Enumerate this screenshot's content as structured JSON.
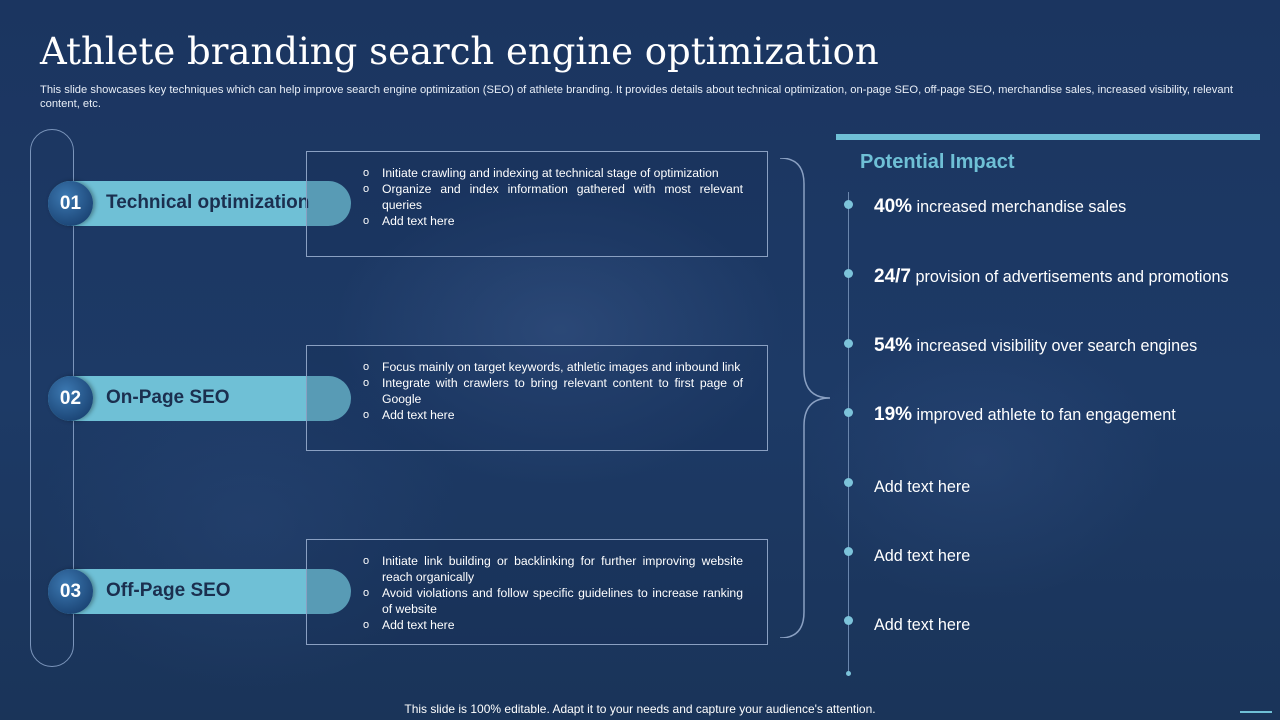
{
  "title": "Athlete branding search engine optimization",
  "subtitle": "This slide showcases key techniques which can help improve search engine optimization (SEO) of athlete branding. It provides details about technical optimization, on-page SEO, off-page SEO,  merchandise sales, increased visibility, relevant content, etc.",
  "steps": [
    {
      "number": "01",
      "label": "Technical optimization",
      "bullets": [
        "Initiate crawling and indexing at technical stage of optimization",
        "Organize and index information gathered with most relevant queries",
        "Add text here"
      ]
    },
    {
      "number": "02",
      "label": "On-Page SEO",
      "bullets": [
        "Focus mainly on target keywords, athletic images and inbound link",
        "Integrate with crawlers to bring relevant  content to first page of Google",
        "Add text here"
      ]
    },
    {
      "number": "03",
      "label": "Off-Page SEO",
      "bullets": [
        "Initiate link building or backlinking for further improving website reach organically",
        "Avoid violations and follow specific guidelines to increase ranking of website",
        "Add text here"
      ]
    }
  ],
  "impact": {
    "title": "Potential Impact",
    "items": [
      {
        "value": "40%",
        "text": " increased merchandise sales"
      },
      {
        "value": "24/7",
        "text": " provision of advertisements and promotions"
      },
      {
        "value": "54%",
        "text": " increased visibility over search engines"
      },
      {
        "value": "19%",
        "text": " improved athlete to fan engagement"
      },
      {
        "value": "",
        "text": "Add text here"
      },
      {
        "value": "",
        "text": "Add text here"
      },
      {
        "value": "",
        "text": "Add text here"
      }
    ]
  },
  "footer": "This slide is 100% editable. Adapt it to your needs and capture your audience's attention.",
  "colors": {
    "background": "#1b3560",
    "accent": "#6fc0d6",
    "circle": "#1c4677"
  }
}
